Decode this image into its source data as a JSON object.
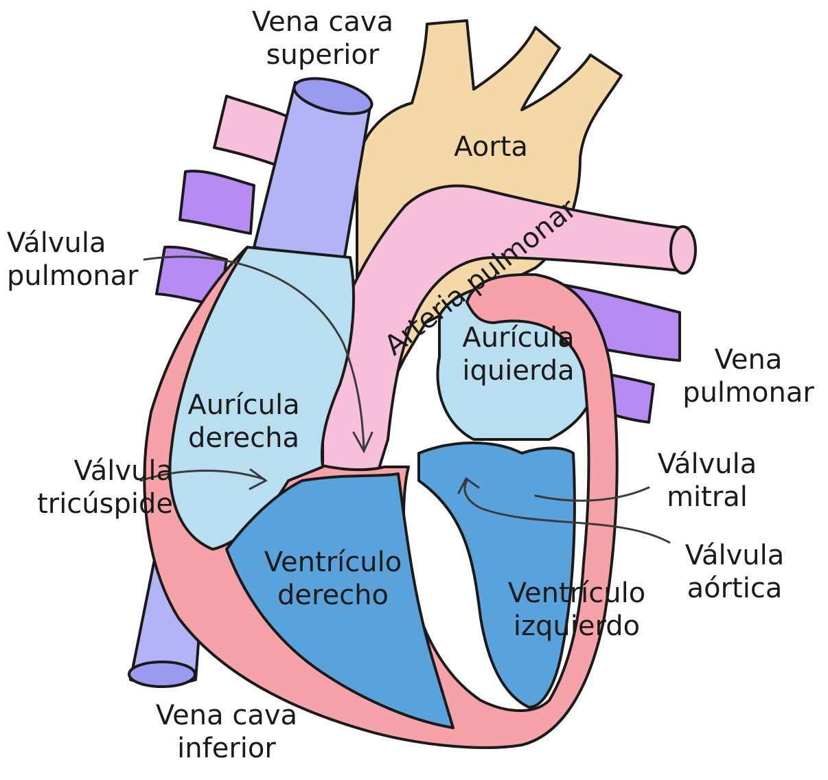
{
  "colors": {
    "vena_cava": "#b3b3f7",
    "vena_cava_dark": "#9a9af0",
    "pulmonary_vein": "#b78cf2",
    "pulmonary_artery": "#f7bfd9",
    "aorta": "#f5d8a8",
    "right_atrium": "#b9def0",
    "left_atrium": "#b9def0",
    "ventricles": "#5aa2dc",
    "muscle_wall": "#f5a3a8",
    "outline": "#1a1a1a",
    "label_text": "#1a1a1a"
  },
  "labels": {
    "svc": [
      "Vena cava",
      "superior"
    ],
    "aorta": "Aorta",
    "pulm_valve": [
      "Válvula",
      "pulmonar"
    ],
    "pulm_artery": "Arteria pulmonar",
    "left_atrium": [
      "Aurícula",
      "iquierda"
    ],
    "pulm_vein": [
      "Vena",
      "pulmonar"
    ],
    "right_atrium": [
      "Aurícula",
      "derecha"
    ],
    "tricuspid": [
      "Válvula",
      "tricúspide"
    ],
    "mitral": [
      "Válvula",
      "mitral"
    ],
    "right_ventricle": [
      "Ventrículo",
      "derecho"
    ],
    "aortic_valve": [
      "Válvula",
      "aórtica"
    ],
    "left_ventricle": [
      "Ventrículo",
      "izquierdo"
    ],
    "ivc": [
      "Vena cava",
      "inferior"
    ]
  }
}
